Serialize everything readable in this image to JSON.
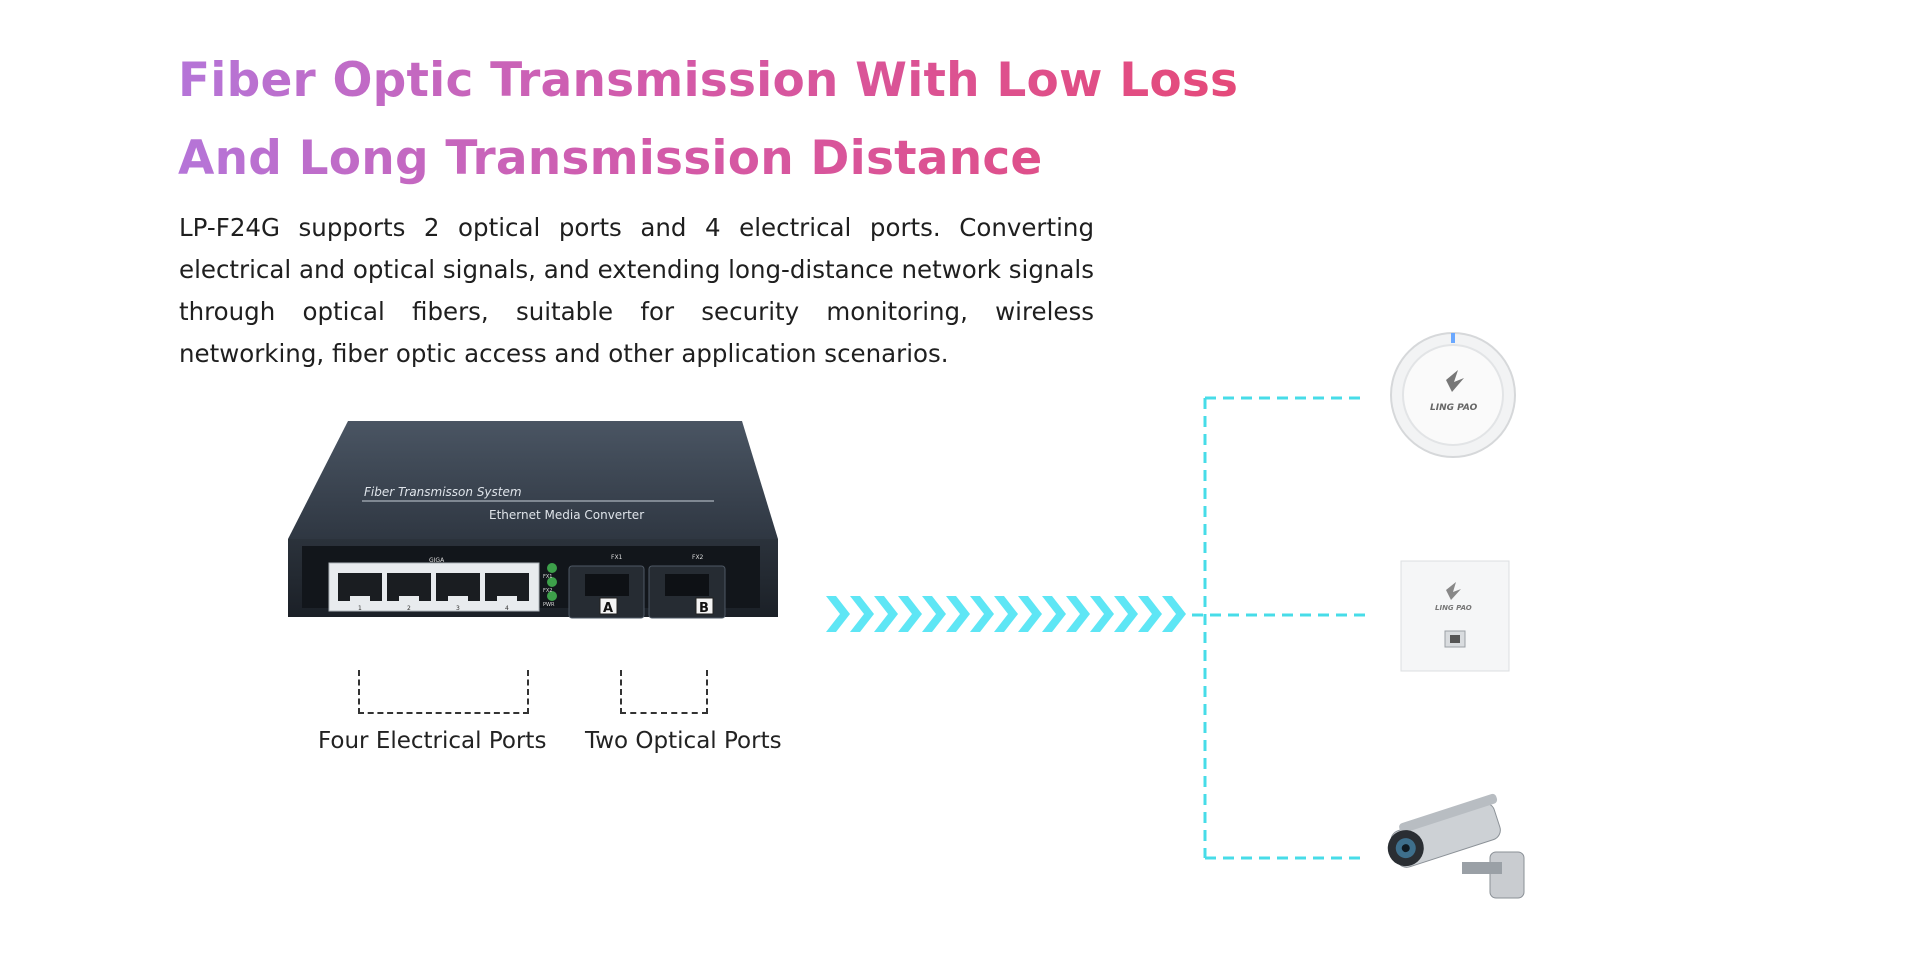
{
  "headline": {
    "line1": "Fiber Optic Transmission With Low Loss",
    "line2": "And Long Transmission Distance"
  },
  "description": "LP-F24G supports 2 optical ports and 4 electrical ports.  Converting electrical and optical signals, and extending long-distance network signals through optical fibers, suitable for security monitoring, wireless networking, fiber optic access and other application scenarios.",
  "device": {
    "top_label": "Fiber   Transmisson   System",
    "sub_label": "Ethernet   Media   Converter",
    "giga_label": "GIGA",
    "fx1_label": "FX1",
    "fx2_label": "FX2",
    "led_labels": [
      "FX1",
      "FX2",
      "PWR"
    ],
    "port_numbers": [
      "1",
      "2",
      "3",
      "4"
    ],
    "port_a": "A",
    "port_b": "B"
  },
  "labels": {
    "electrical": "Four Electrical Ports",
    "optical": "Two Optical Ports"
  },
  "endpoints": {
    "brand": "LING PAO"
  },
  "colors": {
    "chevron": "#5ee6f5",
    "dashed_line": "#47dce8",
    "device_body": "#3d4652"
  }
}
